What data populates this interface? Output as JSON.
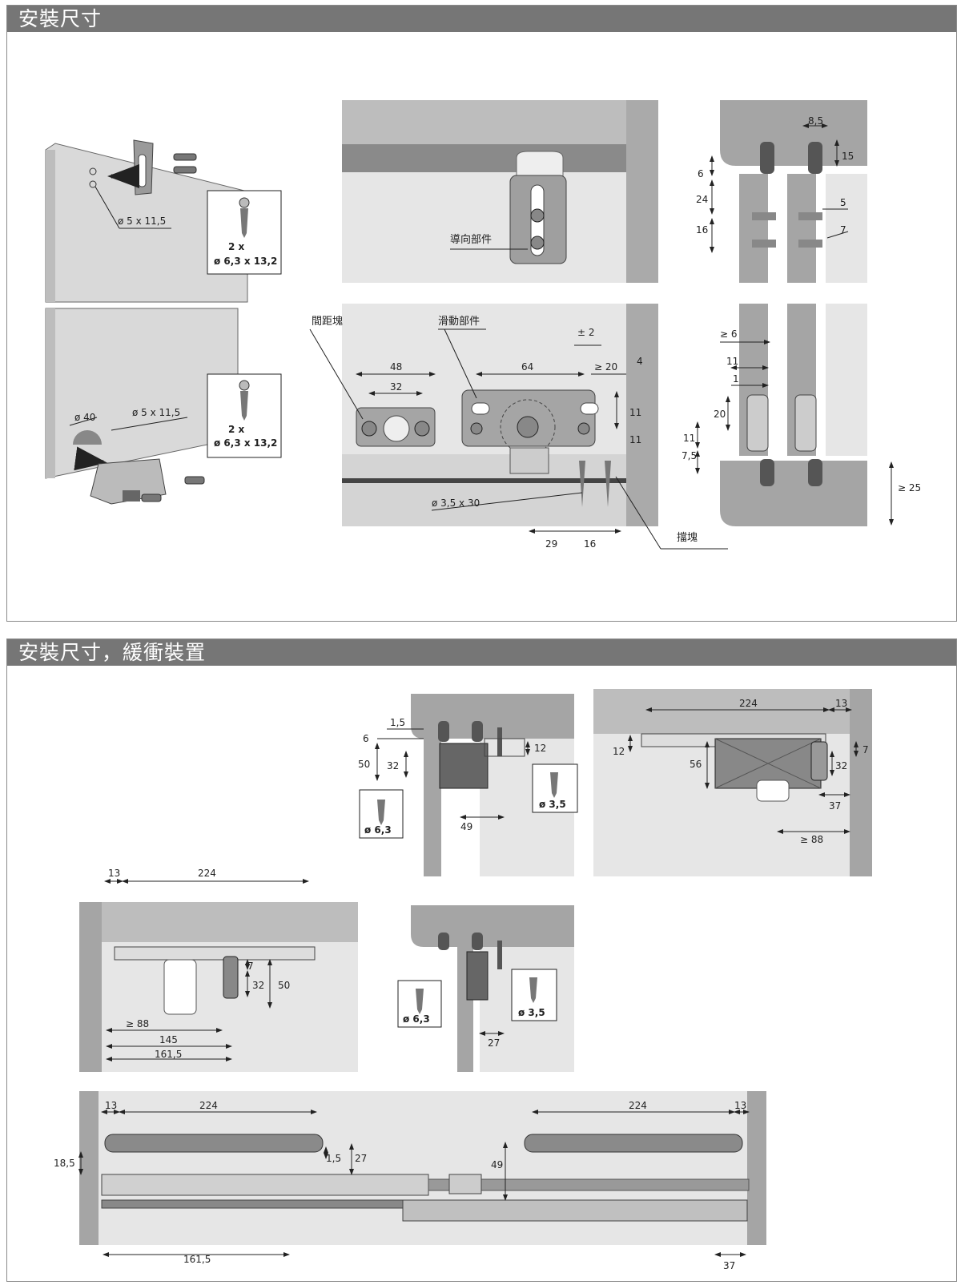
{
  "sections": [
    {
      "title": "安裝尺寸"
    },
    {
      "title": "安裝尺寸，緩衝裝置"
    }
  ],
  "callouts": {
    "guide_part": "導向部件",
    "spacer_block": "間距塊",
    "sliding_part": "滑動部件",
    "stop_block": "擋塊"
  },
  "screw_boxes": {
    "box_a": {
      "line1": "2 x",
      "line2": "ø 6,3 x 13,2"
    },
    "box_b": {
      "line1": "2 x",
      "line2": "ø 6,3 x 13,2"
    },
    "box_c": "ø 6,3",
    "box_d": "ø 3,5",
    "box_e": "ø 6,3",
    "box_f": "ø 3,5"
  },
  "dims_top": {
    "hole_a": "ø 5 x 11,5",
    "hole_b": "ø 5 x 11,5",
    "bore": "ø 40",
    "d48": "48",
    "d32": "32",
    "d64": "64",
    "pm2": "± 2",
    "ge20": "≥ 20",
    "d4": "4",
    "d11a": "11",
    "d11b": "11",
    "screw": "ø 3,5 x 30",
    "d29": "29",
    "d16": "16",
    "r8_5": "8,5",
    "r15": "15",
    "r6": "6",
    "r24": "24",
    "r5": "5",
    "r16": "16",
    "r7": "7",
    "ge6": "≥ 6",
    "r11a": "11",
    "r1": "1",
    "r20": "20",
    "r11b": "11",
    "r7_5": "7,5",
    "ge25": "≥ 25"
  },
  "dims_bottom": {
    "a1_5": "1,5",
    "a6": "6",
    "a12": "12",
    "a50": "50",
    "a32": "32",
    "a49": "49",
    "b224": "224",
    "b13": "13",
    "b12": "12",
    "b7": "7",
    "b56": "56",
    "b32": "32",
    "b37": "37",
    "bge88": "≥ 88",
    "c13": "13",
    "c224": "224",
    "c7": "7",
    "c32": "32",
    "c50": "50",
    "cge88": "≥ 88",
    "c145": "145",
    "c161_5": "161,5",
    "d27": "27",
    "e13a": "13",
    "e224a": "224",
    "e18_5": "18,5",
    "e1_5": "1,5",
    "e27": "27",
    "e49": "49",
    "e224b": "224",
    "e13b": "13",
    "e161_5": "161,5",
    "e37": "37"
  }
}
